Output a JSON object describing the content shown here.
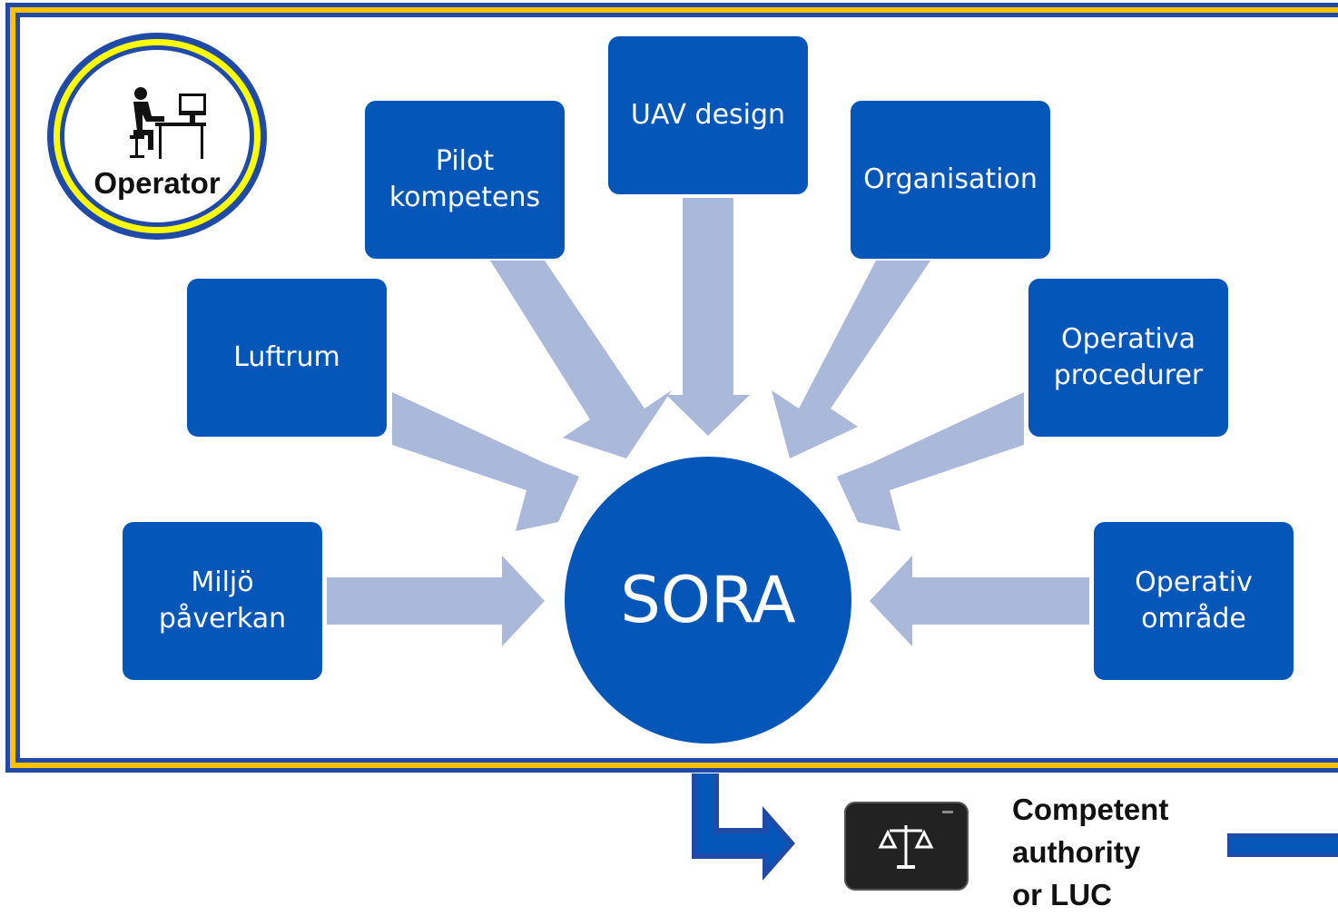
{
  "center": {
    "label": "SORA"
  },
  "operator": {
    "label": "Operator",
    "icon": "operator-at-desk-icon"
  },
  "boxes": {
    "uav_design": "UAV design",
    "pilot": "Pilot\nkompetens",
    "organisation": "Organisation",
    "luftrum": "Luftrum",
    "operativa": "Operativa\nprocedurer",
    "miljo": "Miljö\npåverkan",
    "operativ_omrade": "Operativ\nområde"
  },
  "authority": {
    "label": "Competent\nauthority\nor LUC",
    "icon": "scales-of-justice-icon"
  },
  "colors": {
    "box": "#0457b8",
    "arrow": "#aab8d9",
    "frame_blue": "#1f4aa8",
    "frame_yellow": "#ffc000",
    "operator_ring": "#ffff00"
  }
}
